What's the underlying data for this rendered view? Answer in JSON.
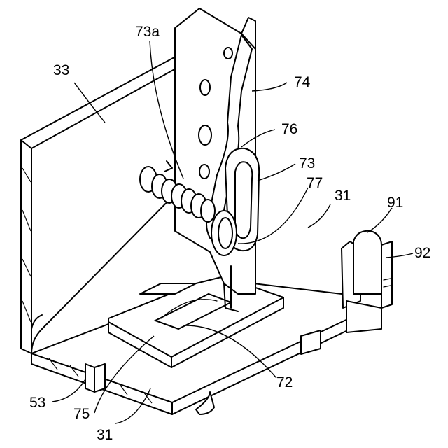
{
  "figure": {
    "labels": {
      "l73a": "73a",
      "l33": "33",
      "l74": "74",
      "l76": "76",
      "l73": "73",
      "l77": "77",
      "l31_right": "31",
      "l91": "91",
      "l92": "92",
      "l72": "72",
      "l53": "53",
      "l75": "75",
      "l31_bottom": "31"
    }
  }
}
